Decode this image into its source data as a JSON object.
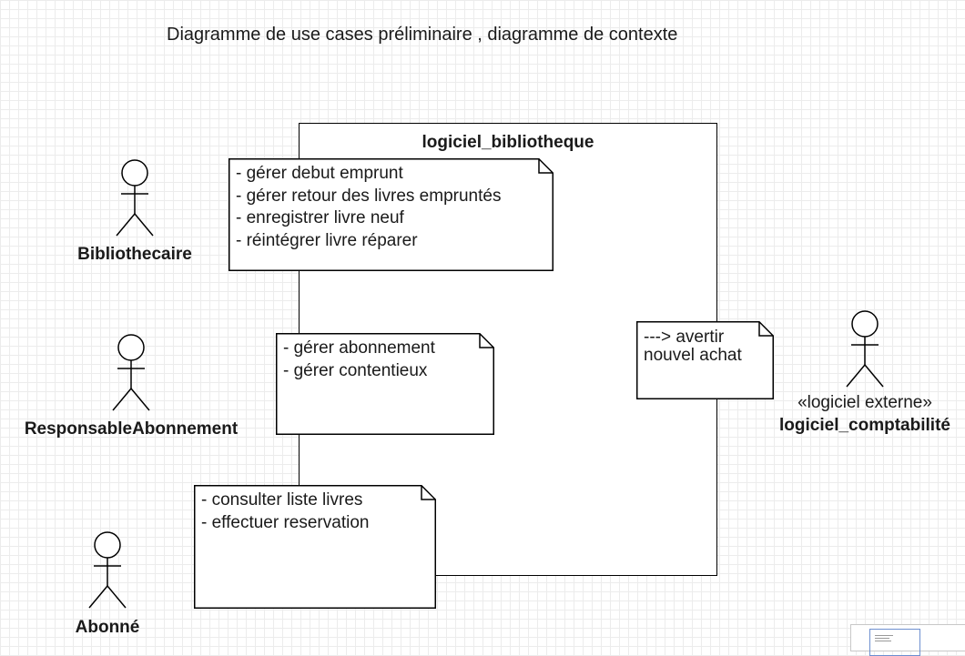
{
  "diagram": {
    "title": "Diagramme de use cases préliminaire , diagramme de contexte",
    "system": {
      "name": "logiciel_bibliotheque"
    },
    "actors": [
      {
        "id": "bibliothecaire",
        "name": "Bibliothecaire",
        "stereotype": ""
      },
      {
        "id": "responsable",
        "name": "ResponsableAbonnement",
        "stereotype": ""
      },
      {
        "id": "abonne",
        "name": "Abonné",
        "stereotype": ""
      },
      {
        "id": "comptabilite",
        "name": "logiciel_comptabilité",
        "stereotype": "«logiciel externe»"
      }
    ],
    "notes": [
      {
        "id": "note-bibliothecaire",
        "lines": [
          "- gérer debut emprunt",
          "- gérer retour des livres empruntés",
          "- enregistrer livre neuf",
          "- réintégrer livre réparer"
        ]
      },
      {
        "id": "note-abonnement",
        "lines": [
          "- gérer abonnement",
          "- gérer contentieux"
        ]
      },
      {
        "id": "note-abonne",
        "lines": [
          "- consulter liste livres",
          "- effectuer reservation"
        ]
      },
      {
        "id": "note-comptabilite",
        "lines": [
          "---> avertir",
          "nouvel achat"
        ]
      }
    ]
  }
}
